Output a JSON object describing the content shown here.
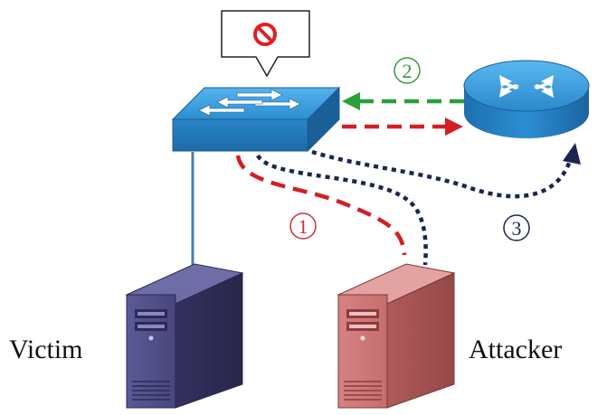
{
  "labels": {
    "victim": "Victim",
    "attacker": "Attacker"
  },
  "steps": [
    {
      "number": "1",
      "color": "#c8313a"
    },
    {
      "number": "2",
      "color": "#2f9d3c"
    },
    {
      "number": "3",
      "color": "#1b2550"
    }
  ],
  "icons": {
    "blocked": "no-entry-icon",
    "switch": "network-switch-icon",
    "router": "router-icon",
    "victim": "victim-server-icon",
    "attacker": "attacker-server-icon"
  },
  "colors": {
    "device_blue": "#2a8fd4",
    "victim_server": "#4d4a85",
    "attacker_server": "#c66b6b",
    "attack_red": "#d21f24",
    "reply_green": "#29a039",
    "forward_navy": "#1b2550",
    "link_blue": "#4a7fae"
  }
}
